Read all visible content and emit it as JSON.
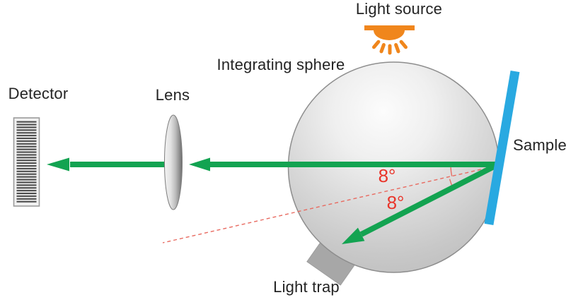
{
  "labels": {
    "light_source": "Light source",
    "integrating_sphere": "Integrating sphere",
    "detector": "Detector",
    "lens": "Lens",
    "sample": "Sample",
    "light_trap": "Light trap",
    "angle_upper": "8°",
    "angle_lower": "8°"
  },
  "icons": {
    "light_source_icon": "orange lamp dome with rays",
    "integrating_sphere_icon": "large shaded gray sphere",
    "detector_icon": "vertical striped sensor bar",
    "lens_icon": "narrow biconvex lens ellipse",
    "sample_icon": "blue tilted panel",
    "light_trap_icon": "gray angled box on sphere",
    "beam_icon": "green arrows (light path)",
    "normal_line_icon": "red dashed bisector with angle arcs"
  },
  "colors": {
    "beam_green": "#13a351",
    "sample_blue": "#29a9e1",
    "lamp_orange": "#f0861c",
    "angle_red": "#e9352a",
    "dashed_red": "#e86a60",
    "text_dark": "#242424",
    "trap_gray": "#a7a7a7",
    "sphere_edge": "#8d8d8d"
  }
}
